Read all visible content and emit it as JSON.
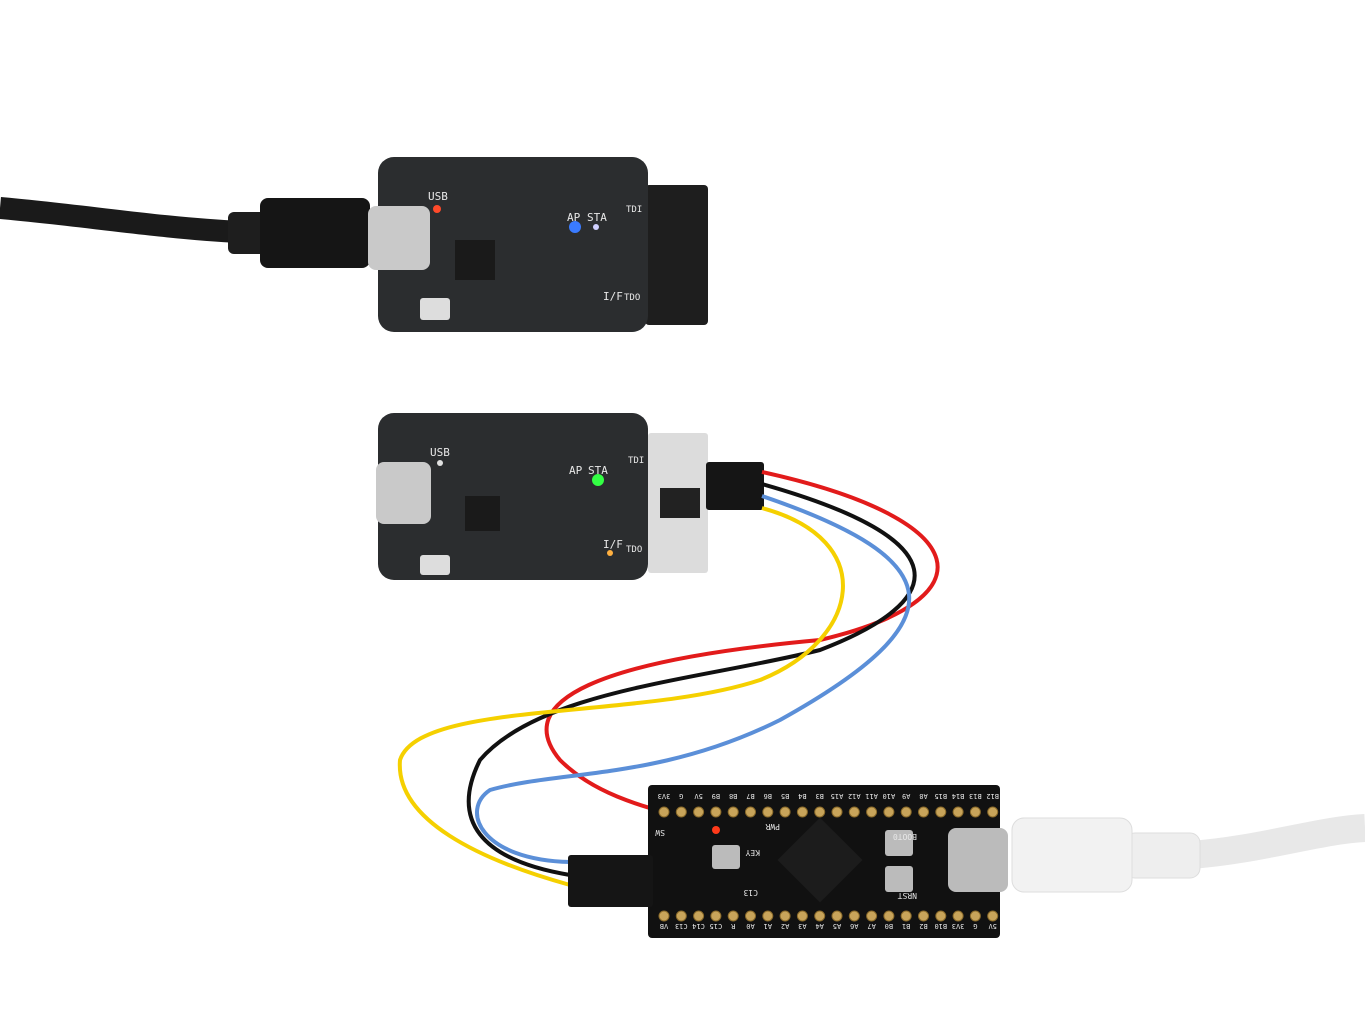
{
  "probe_top": {
    "labels": {
      "usb": "USB",
      "ap": "AP",
      "sta": "STA",
      "if": "I/F",
      "tdi": "TDI",
      "tdo": "TDO"
    },
    "led_colors": {
      "usb": "#ff4a2a",
      "ap": "#3a7bff",
      "sta": "#d0d0ff"
    }
  },
  "probe_bottom": {
    "labels": {
      "usb": "USB",
      "ap": "AP",
      "sta": "STA",
      "if": "I/F",
      "tdi": "TDI",
      "tdo": "TDO"
    },
    "led_colors": {
      "usb": "#e0e0e0",
      "sta": "#33ff44",
      "if": "#ffb040"
    }
  },
  "dev_board": {
    "top_pins": [
      "3V3",
      "G",
      "5V",
      "B9",
      "B8",
      "B7",
      "B6",
      "B5",
      "B4",
      "B3",
      "A15",
      "A12",
      "A11",
      "A10",
      "A9",
      "A8",
      "B15",
      "B14",
      "B13",
      "B12"
    ],
    "bottom_pins": [
      "VB",
      "C13",
      "C14",
      "C15",
      "R",
      "A0",
      "A1",
      "A2",
      "A3",
      "A4",
      "A5",
      "A6",
      "A7",
      "B0",
      "B1",
      "B2",
      "B10",
      "3V3",
      "G",
      "5V"
    ],
    "labels": {
      "pwr": "PWR",
      "key": "KEY",
      "boot0": "BOOT0",
      "nrst": "NRST",
      "c13": "C13",
      "sw": "SW"
    },
    "pwr_led_color": "#ff3a1a"
  },
  "wire_colors": [
    "#e21b1b",
    "#111111",
    "#5b8fd8",
    "#f5d000"
  ]
}
